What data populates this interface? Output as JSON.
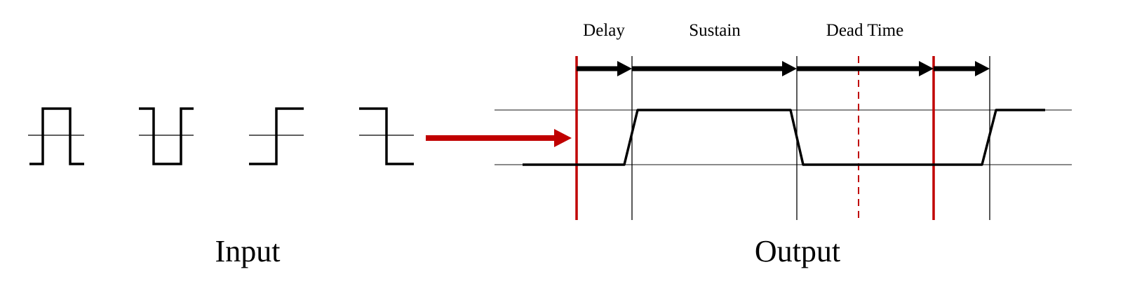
{
  "labels": {
    "input": "Input",
    "output": "Output",
    "delay": "Delay",
    "sustain": "Sustain",
    "dead_time": "Dead Time"
  },
  "colors": {
    "ink": "#000000",
    "grid": "#444444",
    "trigger": "#c00000"
  },
  "input_shapes": [
    "positive-pulse",
    "negative-pulse",
    "rising-edge",
    "falling-edge"
  ]
}
